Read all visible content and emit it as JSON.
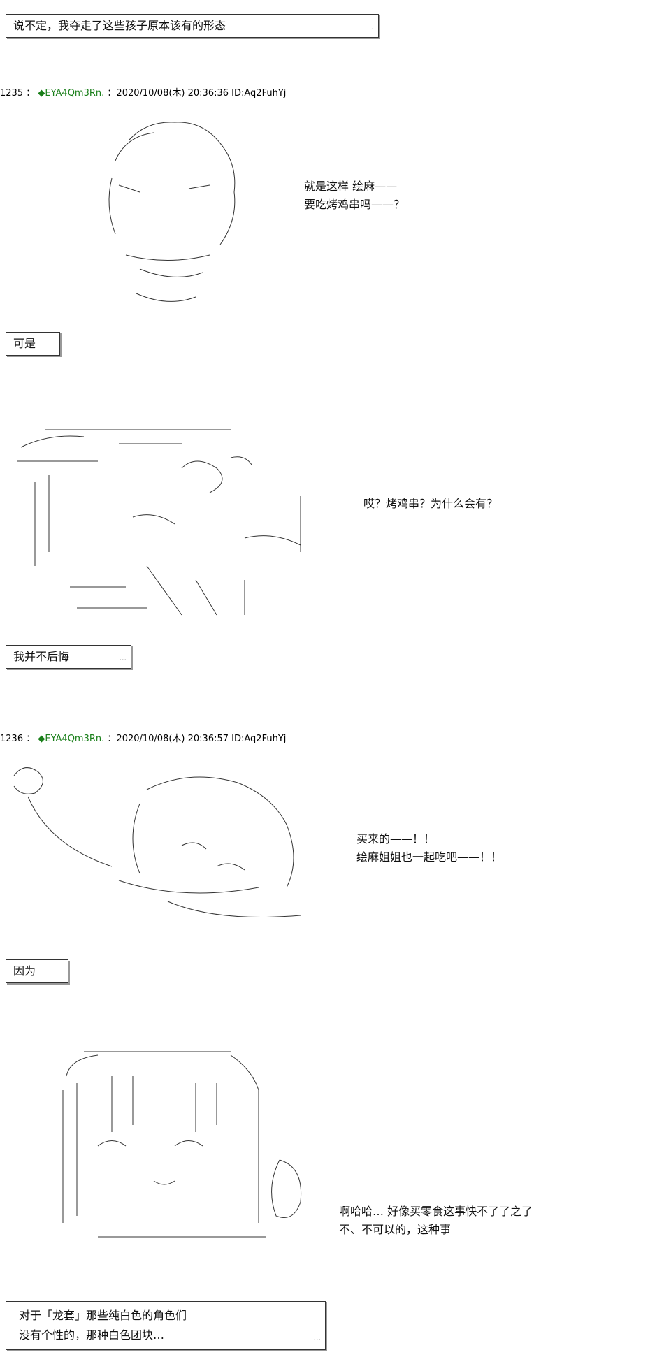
{
  "narration": [
    {
      "text": "说不定，我夺走了这些孩子原本该有的形态",
      "dots": ".",
      "lines": null
    },
    {
      "text": "可是",
      "dots": "",
      "lines": null
    },
    {
      "text": "我并不后悔",
      "dots": "...",
      "lines": null
    },
    {
      "text": "因为",
      "dots": "",
      "lines": null
    },
    {
      "text": "",
      "dots": "...",
      "lines": [
        "对于「龙套」那些纯白色的角色们",
        "没有个性的，那种白色团块…"
      ]
    }
  ],
  "posts": [
    {
      "number": "1235",
      "sep": "：",
      "diamond": "◆",
      "trip": "EYA4Qm3Rn.",
      "datetime": "：2020/10/08(木) 20:36:36",
      "id": "ID:Aq2FuhYj"
    },
    {
      "number": "1236",
      "sep": "：",
      "diamond": "◆",
      "trip": "EYA4Qm3Rn.",
      "datetime": "：2020/10/08(木) 20:36:57",
      "id": "ID:Aq2FuhYj"
    }
  ],
  "dialogues": [
    {
      "lines": [
        "就是这样  绘麻——",
        "要吃烤鸡串吗——？"
      ]
    },
    {
      "lines": [
        "哎？烤鸡串？为什么会有？"
      ]
    },
    {
      "lines": [
        "买来的——！！",
        "绘麻姐姐也一起吃吧——！！"
      ]
    },
    {
      "lines": [
        "啊哈哈…  好像买零食这事快不了了之了",
        "不、不可以的，这种事"
      ]
    }
  ],
  "ascii_art": [
    {
      "name": "girl-headshot-art"
    },
    {
      "name": "surprised-girl-art"
    },
    {
      "name": "cheering-girl-art"
    },
    {
      "name": "laughing-girl-art"
    }
  ]
}
